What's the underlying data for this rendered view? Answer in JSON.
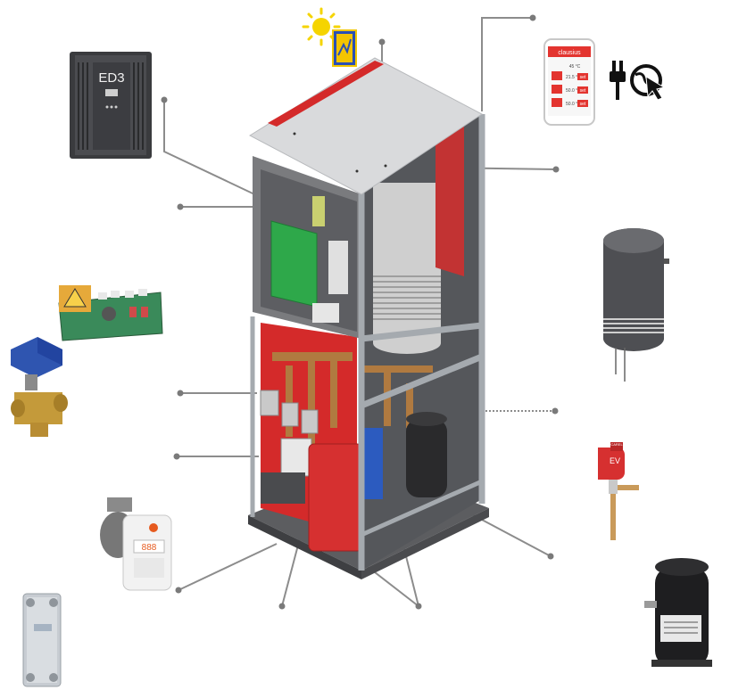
{
  "colors": {
    "leader_line": "#8c8c8c",
    "dot": "#7a7a7a",
    "cabinet_red": "#d42a2a",
    "frame_grey": "#9aa0a6",
    "panel_grey": "#6e6f72",
    "tank_silver": "#c9c9c9",
    "control_green": "#2ea84a",
    "pump_grey": "#b5b5b5",
    "brand_orange": "#e65a1e"
  },
  "components": {
    "inverter": {
      "label": "ED3",
      "icon": "inverter-icon"
    },
    "solar": {
      "icon": "solar-panel-icon"
    },
    "phone_app": {
      "brand": "clausius",
      "icon": "smartphone-app-icon"
    },
    "remote_access": {
      "icon": "remote-access-icon"
    },
    "control_board": {
      "icon": "circuit-board-icon"
    },
    "three_way_valve": {
      "icon": "motorized-valve-icon"
    },
    "circulator_pump": {
      "display": "888",
      "icon": "circulator-pump-icon"
    },
    "plate_exchanger": {
      "icon": "plate-heat-exchanger-icon"
    },
    "storage_tank": {
      "icon": "storage-tank-icon"
    },
    "expansion_valve": {
      "label": "EV",
      "brand": "CAREL",
      "icon": "expansion-valve-icon"
    },
    "compressor": {
      "icon": "scroll-compressor-icon"
    }
  },
  "phone_rows": [
    "45 °C",
    "21.5 °C",
    "50.0 °C",
    "50.0 °C"
  ],
  "phone_buttons": [
    "set",
    "set",
    "set"
  ]
}
